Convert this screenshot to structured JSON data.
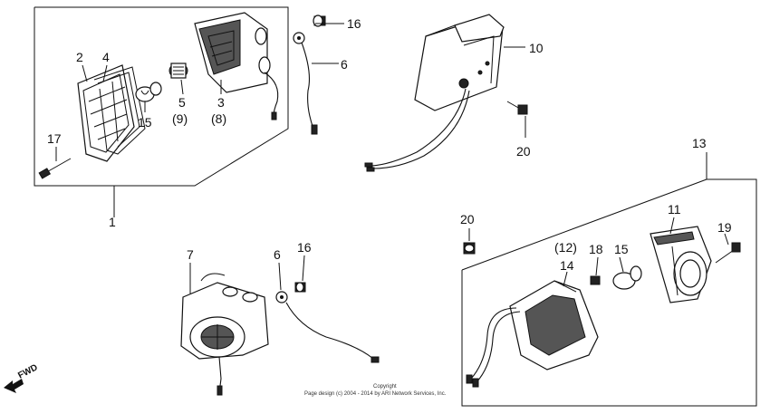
{
  "callouts": {
    "c1": "1",
    "c2": "2",
    "c3": "3",
    "c3b": "(8)",
    "c4": "4",
    "c5": "5",
    "c5b": "(9)",
    "c6a": "6",
    "c6b": "6",
    "c7": "7",
    "c10": "10",
    "c11": "11",
    "c12": "(12)",
    "c13": "13",
    "c14": "14",
    "c15a": "15",
    "c15b": "15",
    "c16a": "16",
    "c16b": "16",
    "c17": "17",
    "c18": "18",
    "c19": "19",
    "c20a": "20",
    "c20b": "20"
  },
  "footer": {
    "copyright_line1": "Copyright",
    "copyright_line2": "Page design (c) 2004 - 2014 by ARI Network Services, Inc."
  },
  "direction_label": "FWD"
}
